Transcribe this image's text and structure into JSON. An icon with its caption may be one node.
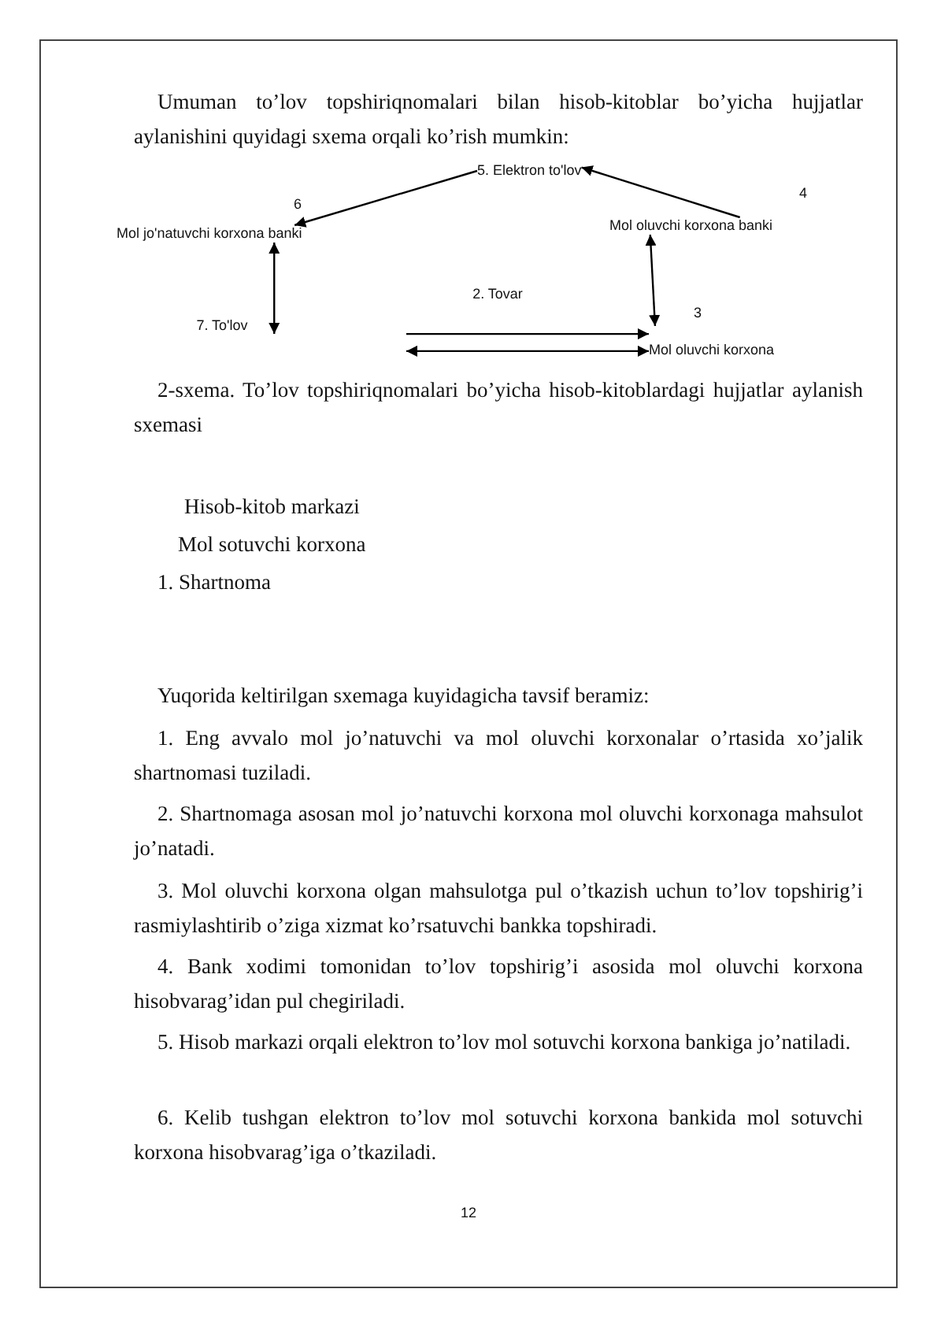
{
  "diagram": {
    "caption": "2-sxema. To’lov topshiriqnomalari bo’yicha hisob-kitoblardagi hujjatlar aylanish sxemasi",
    "nodes": [
      {
        "text": [
          "5. Elektron to'lov"
        ]
      },
      {
        "text": [
          "Mol jo'natuvchi korxona banki"
        ]
      },
      {
        "text": [
          "Mol oluvchi korxona banki"
        ]
      },
      {
        "text": [
          "Mol oluvchi korxona"
        ]
      }
    ],
    "edges": [
      {
        "from": 0,
        "to": 1,
        "arrow": "to",
        "label": "6"
      },
      {
        "from": 2,
        "to": 0,
        "arrow": "to",
        "label": "4"
      },
      {
        "from": 1,
        "to": null,
        "arrow": "both",
        "label": "7. To'lov"
      },
      {
        "from": 2,
        "to": 3,
        "arrow": "both",
        "label": "3"
      },
      {
        "from": null,
        "to": 3,
        "arrow": "to",
        "label": "2. Tovar"
      },
      {
        "from": null,
        "to": 3,
        "arrow": "both"
      }
    ],
    "labels": [
      "Umuman to’lov topshiriqnomalari bilan hisob-kitoblar bo’yicha hujjatlar aylanishini quyidagi sxema orqali ko’rish mumkin:",
      "Hisob-kitob markazi",
      "Mol sotuvchi korxona",
      "1. Shartnoma",
      "Yuqorida keltirilgan sxemaga kuyidagicha tavsif beramiz:",
      "1. Eng avvalo mol jo’natuvchi va mol oluvchi korxonalar o’rtasida xo’jalik shartnomasi tuziladi.",
      "2. Shartnomaga asosan mol jo’natuvchi korxona mol oluvchi korxonaga mahsulot jo’natadi.",
      "3. Mol oluvchi korxona olgan mahsulotga pul o’tkazish uchun to’lov topshirig’i rasmiylashtirib o’ziga xizmat ko’rsatuvchi bankka topshiradi.",
      "4. Bank xodimi tomonidan to’lov topshirig’i asosida mol oluvchi korxona hisobvarag’idan pul chegiriladi.",
      "5. Hisob markazi orqali elektron to’lov mol sotuvchi korxona bankiga jo’natiladi.",
      "6. Kelib tushgan elektron to’lov mol sotuvchi korxona bankida mol sotuvchi korxona hisobvarag’iga o’tkaziladi.",
      "12"
    ]
  }
}
